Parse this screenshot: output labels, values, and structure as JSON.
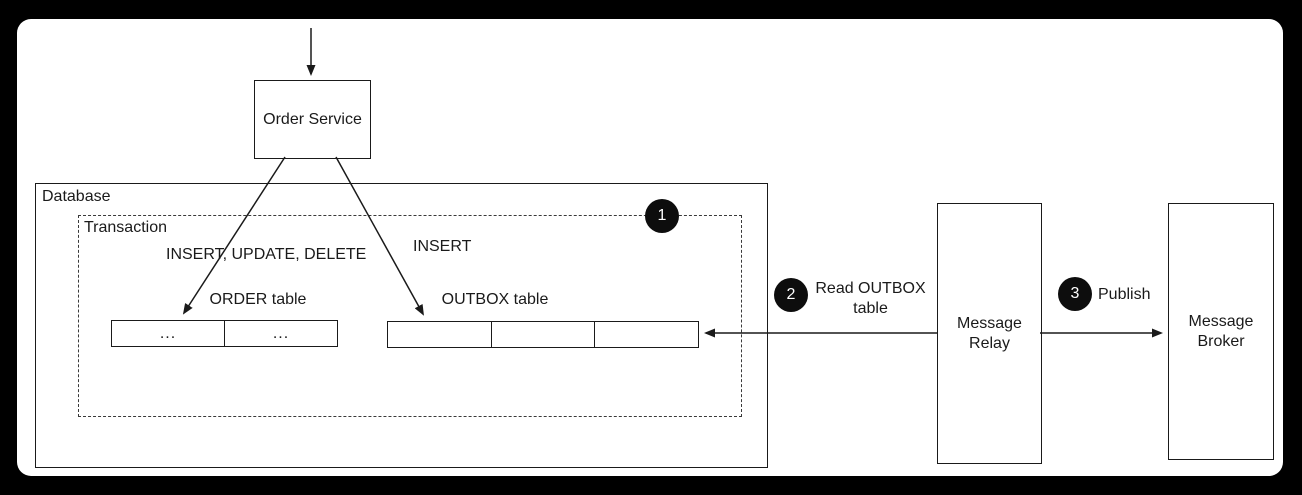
{
  "diagram": {
    "title_semantic": "Transactional Outbox pattern",
    "order_service": {
      "label": "Order Service"
    },
    "database": {
      "label": "Database"
    },
    "transaction": {
      "label": "Transaction"
    },
    "operations": {
      "order_ops": "INSERT, UPDATE, DELETE",
      "outbox_ops": "INSERT"
    },
    "order_table": {
      "label": "ORDER table",
      "cells": [
        "...",
        "..."
      ]
    },
    "outbox_table": {
      "label": "OUTBOX table",
      "cells": [
        "",
        "",
        ""
      ]
    },
    "steps": [
      {
        "number": "1",
        "label": ""
      },
      {
        "number": "2",
        "label": "Read OUTBOX table"
      },
      {
        "number": "3",
        "label": "Publish"
      }
    ],
    "message_relay": {
      "label": "Message Relay"
    },
    "message_broker": {
      "label": "Message Broker"
    },
    "colors": {
      "background": "#000000",
      "panel": "#ffffff",
      "line": "#1a1a1a",
      "step_circle_fill": "#0d0d0d",
      "step_circle_text": "#ffffff"
    }
  }
}
